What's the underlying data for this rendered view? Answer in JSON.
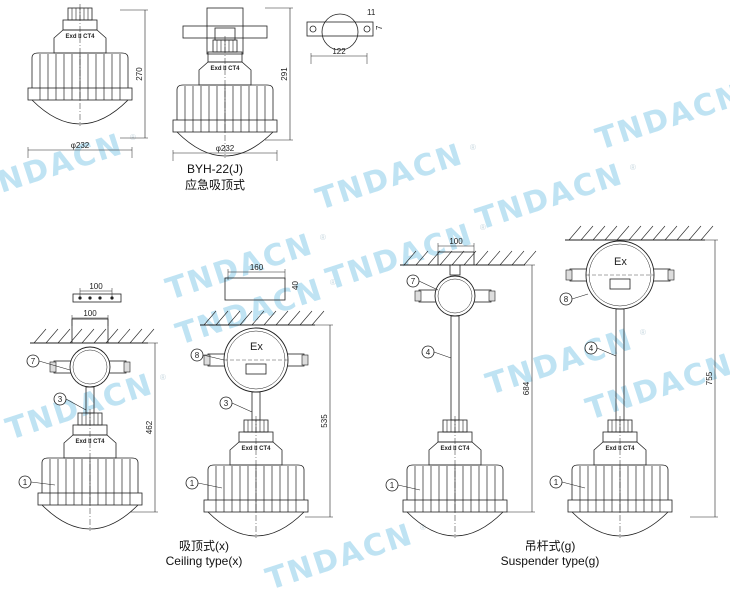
{
  "watermark": {
    "text": "TNDACN",
    "registered": "®"
  },
  "top_section": {
    "model": "BYH-22(J)",
    "subtitle": "应急吸顶式",
    "lamp_left": {
      "marking": "Exd II CT4",
      "height": "270",
      "diameter": "φ232"
    },
    "lamp_right": {
      "height": "291",
      "diameter": "φ232"
    },
    "bracket": {
      "width": "122",
      "slot": "11",
      "hole": "7"
    }
  },
  "ceiling_section": {
    "title_cn": "吸顶式(x)",
    "title_en": "Ceiling type(x)",
    "variant_a": {
      "plate_width": "100",
      "mount_width": "100",
      "height": "462",
      "marking": "Exd II CT4",
      "callouts": [
        "7",
        "3",
        "1"
      ]
    },
    "variant_b": {
      "plate_width": "160",
      "plate_height": "40",
      "height": "535",
      "marking": "Exd II CT4",
      "ex_mark": "Ex",
      "callouts": [
        "8",
        "3",
        "1"
      ]
    }
  },
  "suspender_section": {
    "title_cn": "吊杆式(g)",
    "title_en": "Suspender type(g)",
    "variant_a": {
      "mount_width": "100",
      "height": "684",
      "marking": "Exd II CT4",
      "callouts": [
        "7",
        "4",
        "1"
      ]
    },
    "variant_b": {
      "height": "755",
      "marking": "Exd II CT4",
      "ex_mark": "Ex",
      "callouts": [
        "8",
        "4",
        "1"
      ]
    }
  }
}
